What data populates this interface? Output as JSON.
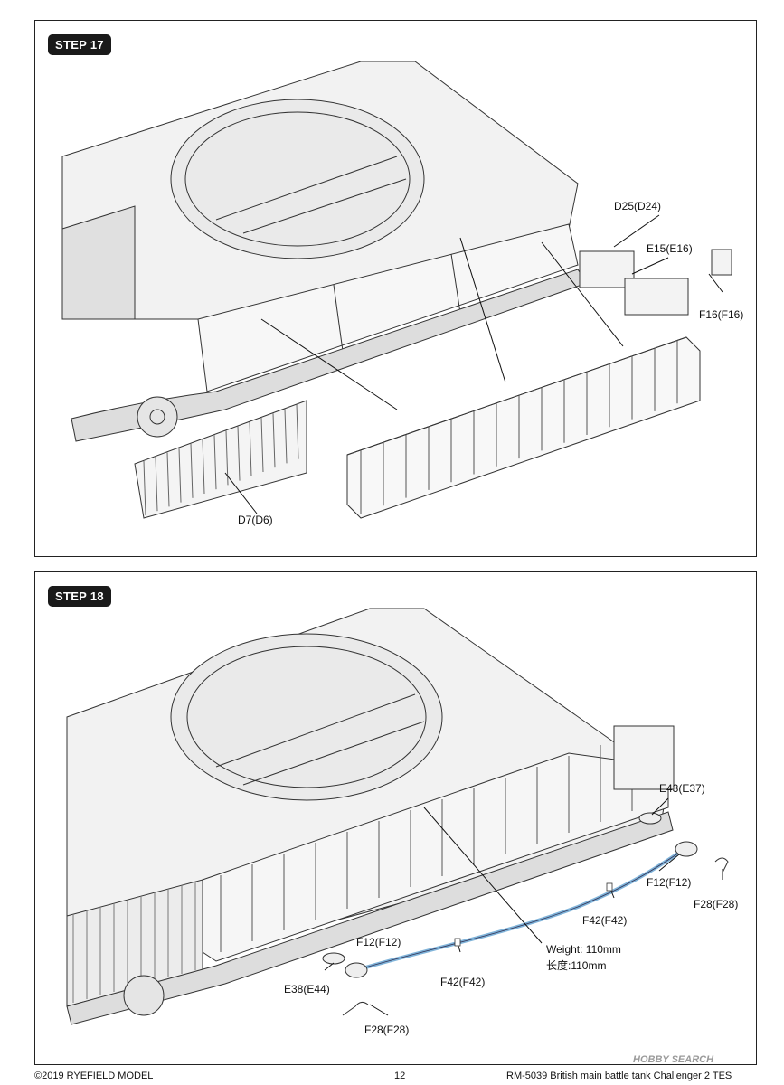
{
  "steps": [
    {
      "badge": "STEP 17",
      "parts": {
        "d25": "D25(D24)",
        "e15": "E15(E16)",
        "f16": "F16(F16)",
        "d7": "D7(D6)"
      }
    },
    {
      "badge": "STEP 18",
      "parts": {
        "e43": "E43(E37)",
        "f12_right": "F12(F12)",
        "f28_right": "F28(F28)",
        "f42_right": "F42(F42)",
        "weight_en": "Weight: 110mm",
        "weight_cn": "长度:110mm",
        "f42_left": "F42(F42)",
        "f12_left": "F12(F12)",
        "e38": "E38(E44)",
        "f28_left": "F28(F28)"
      }
    }
  ],
  "footer": {
    "copyright": "©2019 RYEFIELD MODEL",
    "page_number": "12",
    "product": "RM-5039 British main battle tank Challenger 2 TES"
  },
  "watermark": "HOBBY SEARCH",
  "colors": {
    "cable": "#7fb3d9",
    "badge": "#1a1a1a"
  }
}
